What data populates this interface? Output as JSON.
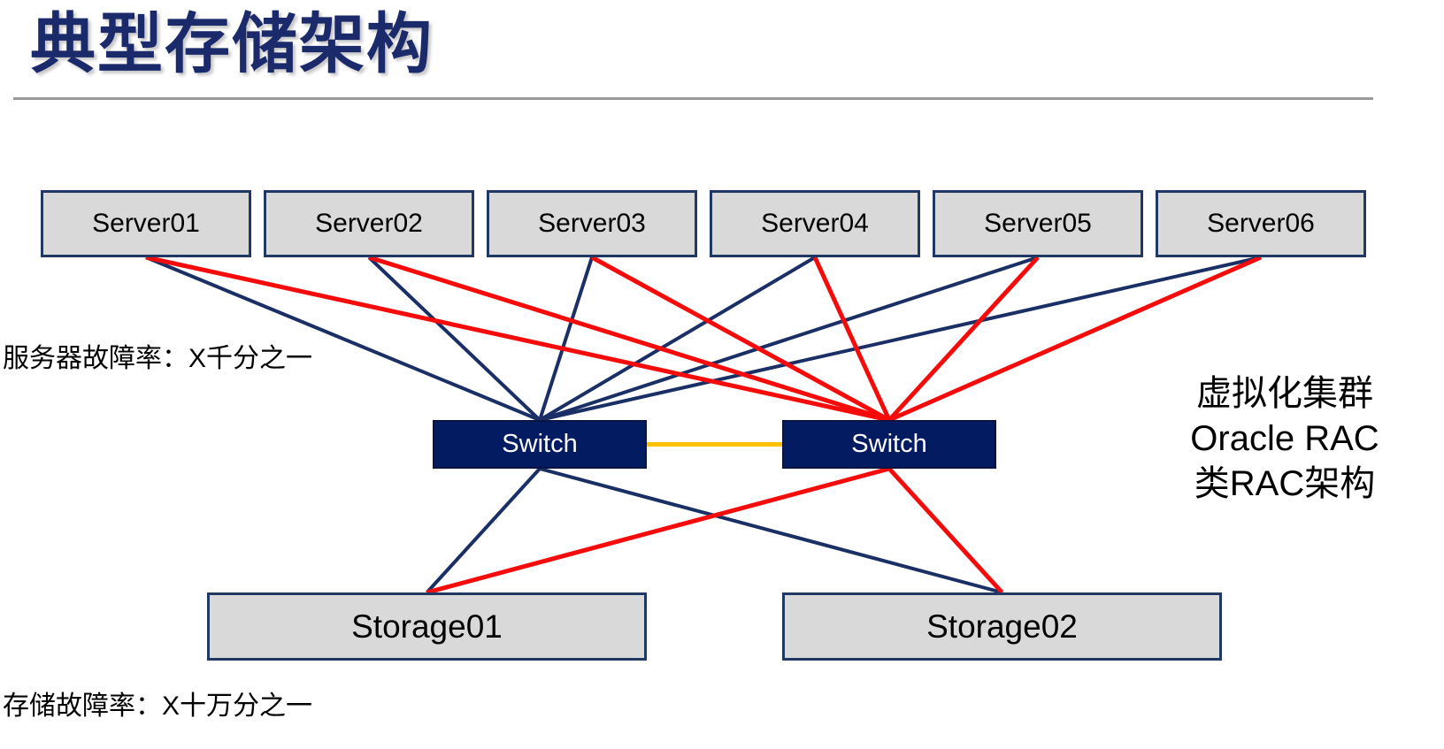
{
  "page": {
    "title": "典型存储架构"
  },
  "labels": {
    "server_failure": "服务器故障率：X千分之一",
    "storage_failure": "存储故障率：X十万分之一",
    "annotation_lines": [
      "虚拟化集群",
      "Oracle RAC",
      "类RAC架构"
    ]
  },
  "nodes": {
    "servers": [
      {
        "id": "srv1",
        "label": "Server01"
      },
      {
        "id": "srv2",
        "label": "Server02"
      },
      {
        "id": "srv3",
        "label": "Server03"
      },
      {
        "id": "srv4",
        "label": "Server04"
      },
      {
        "id": "srv5",
        "label": "Server05"
      },
      {
        "id": "srv6",
        "label": "Server06"
      }
    ],
    "switches": [
      {
        "id": "swA",
        "label": "Switch"
      },
      {
        "id": "swB",
        "label": "Switch"
      }
    ],
    "storages": [
      {
        "id": "st1",
        "label": "Storage01"
      },
      {
        "id": "st2",
        "label": "Storage02"
      }
    ]
  },
  "line_styles": {
    "navy": {
      "color": "#1A2F66",
      "width": 4
    },
    "red": {
      "color": "#F60B0B",
      "width": 5
    },
    "orange": {
      "color": "#FFC000",
      "width": 5
    }
  },
  "connections": [
    {
      "from": "srv1",
      "to": "swA",
      "style": "navy"
    },
    {
      "from": "srv2",
      "to": "swA",
      "style": "navy"
    },
    {
      "from": "srv3",
      "to": "swA",
      "style": "navy"
    },
    {
      "from": "srv4",
      "to": "swA",
      "style": "navy"
    },
    {
      "from": "srv5",
      "to": "swA",
      "style": "navy"
    },
    {
      "from": "srv6",
      "to": "swA",
      "style": "navy"
    },
    {
      "from": "swA",
      "to": "st1",
      "style": "navy"
    },
    {
      "from": "swA",
      "to": "st2",
      "style": "navy"
    },
    {
      "from": "srv1",
      "to": "swB",
      "style": "red"
    },
    {
      "from": "srv2",
      "to": "swB",
      "style": "red"
    },
    {
      "from": "srv3",
      "to": "swB",
      "style": "red"
    },
    {
      "from": "srv4",
      "to": "swB",
      "style": "red"
    },
    {
      "from": "srv5",
      "to": "swB",
      "style": "red"
    },
    {
      "from": "srv6",
      "to": "swB",
      "style": "red"
    },
    {
      "from": "swB",
      "to": "st1",
      "style": "red"
    },
    {
      "from": "swB",
      "to": "st2",
      "style": "red"
    },
    {
      "from": "swA",
      "to": "swB",
      "style": "orange",
      "from_anchor": "right",
      "to_anchor": "left"
    }
  ],
  "colors": {
    "title": "#1B2A6B",
    "box_fill": "#D9D9D9",
    "box_border": "#1F3864",
    "switch_fill": "#031B61",
    "navy_line": "#1A2F66",
    "red_line": "#F60B0B",
    "orange_line": "#FFC000",
    "divider": "#9A9A9A"
  }
}
